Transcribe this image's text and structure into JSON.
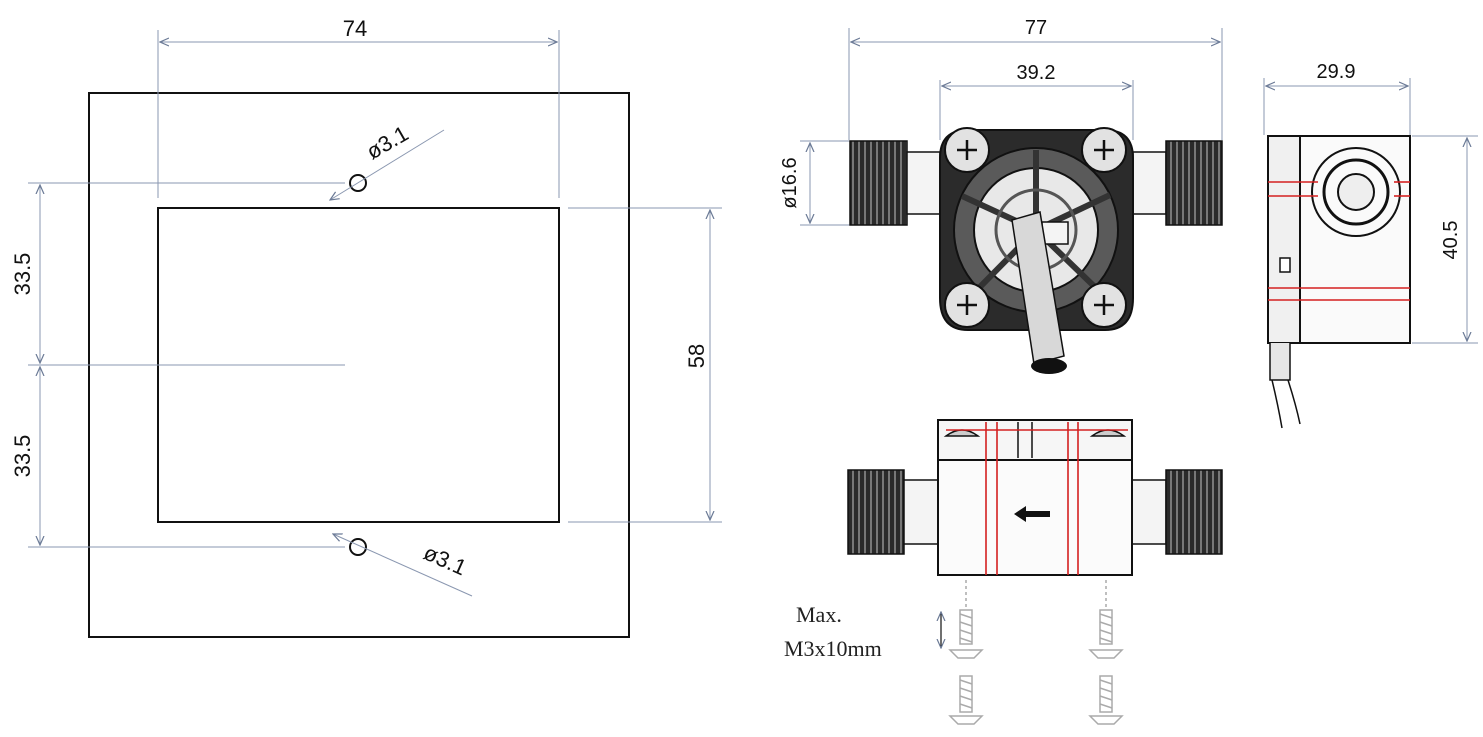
{
  "left_drawing": {
    "width_dim": "74",
    "height_dim": "58",
    "upper_half_dim": "33.5",
    "lower_half_dim": "33.5",
    "top_hole_label": "ø3.1",
    "bottom_hole_label": "ø3.1"
  },
  "front_view": {
    "overall_length_dim": "77",
    "body_width_dim": "39.2",
    "thread_diameter_dim": "ø16.6"
  },
  "side_view": {
    "depth_dim": "29.9",
    "height_dim": "40.5"
  },
  "bottom_view": {
    "screw_note_line1": "Max.",
    "screw_note_line2": "M3x10mm"
  },
  "colors": {
    "line": "#111111",
    "dimension_line": "#8a97b0",
    "marking": "#d42020"
  }
}
